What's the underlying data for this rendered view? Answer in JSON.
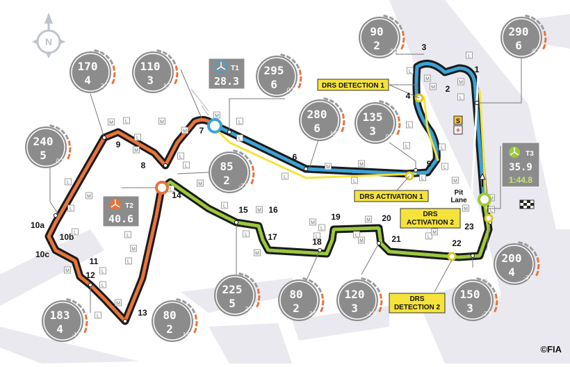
{
  "map": {
    "compass_letter": "N",
    "copyright": "©FIA",
    "pit_lane_label": "Pit\nLane",
    "marker_m": "M",
    "marker_l": "L",
    "colors": {
      "sector1": "#e8743b",
      "sector2": "#9cc93a",
      "sector3": "#3ba3d8",
      "drs": "#f5e33c",
      "drs_label_bg": "#f5e33c",
      "gauge": "#8c8c8c",
      "gauge_dark": "#5a5a5a",
      "braking": "#e8743b",
      "track_border": "#1a1a1a",
      "background_road": "#e8e8ee"
    }
  },
  "corners": [
    "1",
    "2",
    "3",
    "4",
    "5",
    "6",
    "7",
    "8",
    "9",
    "10a",
    "10b",
    "10c",
    "11",
    "12",
    "13",
    "14",
    "15",
    "16",
    "17",
    "18",
    "19",
    "20",
    "21",
    "22",
    "23"
  ],
  "gauges": [
    {
      "id": "g1",
      "speed": "290",
      "gear": "6",
      "g": "-0.1"
    },
    {
      "id": "g3",
      "speed": "90",
      "gear": "2",
      "g": "2.0"
    },
    {
      "id": "g5",
      "speed": "135",
      "gear": "3",
      "g": "0.5"
    },
    {
      "id": "g6",
      "speed": "280",
      "gear": "6",
      "g": "1.0"
    },
    {
      "id": "g7",
      "speed": "295",
      "gear": "6",
      "g": "0.1"
    },
    {
      "id": "g8",
      "speed": "110",
      "gear": "3",
      "g": "1.3"
    },
    {
      "id": "g9",
      "speed": "170",
      "gear": "4",
      "g": "2.7"
    },
    {
      "id": "g10",
      "speed": "240",
      "gear": "5",
      "g": "0.1"
    },
    {
      "id": "g14",
      "speed": "85",
      "gear": "2",
      "g": "-2.0"
    },
    {
      "id": "g12",
      "speed": "183",
      "gear": "4",
      "g": "-1.0"
    },
    {
      "id": "g13",
      "speed": "80",
      "gear": "2",
      "g": "1.6"
    },
    {
      "id": "g15",
      "speed": "225",
      "gear": "5",
      "g": "2.0"
    },
    {
      "id": "g19",
      "speed": "80",
      "gear": "2",
      "g": "2.0"
    },
    {
      "id": "g20",
      "speed": "120",
      "gear": "3",
      "g": "-1.0"
    },
    {
      "id": "g22",
      "speed": "150",
      "gear": "3",
      "g": "-2.2"
    },
    {
      "id": "g23",
      "speed": "200",
      "gear": "4",
      "g": "-3.0"
    }
  ],
  "sectors": [
    {
      "id": "T1",
      "time": "28.3"
    },
    {
      "id": "T2",
      "time": "40.6"
    },
    {
      "id": "T3",
      "time": "35.9",
      "lap": "1:44.8"
    }
  ],
  "drs": {
    "detection_1": "DRS DETECTION 1",
    "activation_1": "DRS ACTIVATION 1",
    "activation_2": "DRS\nACTIVATION 2",
    "detection_2": "DRS\nDETECTION 2"
  }
}
